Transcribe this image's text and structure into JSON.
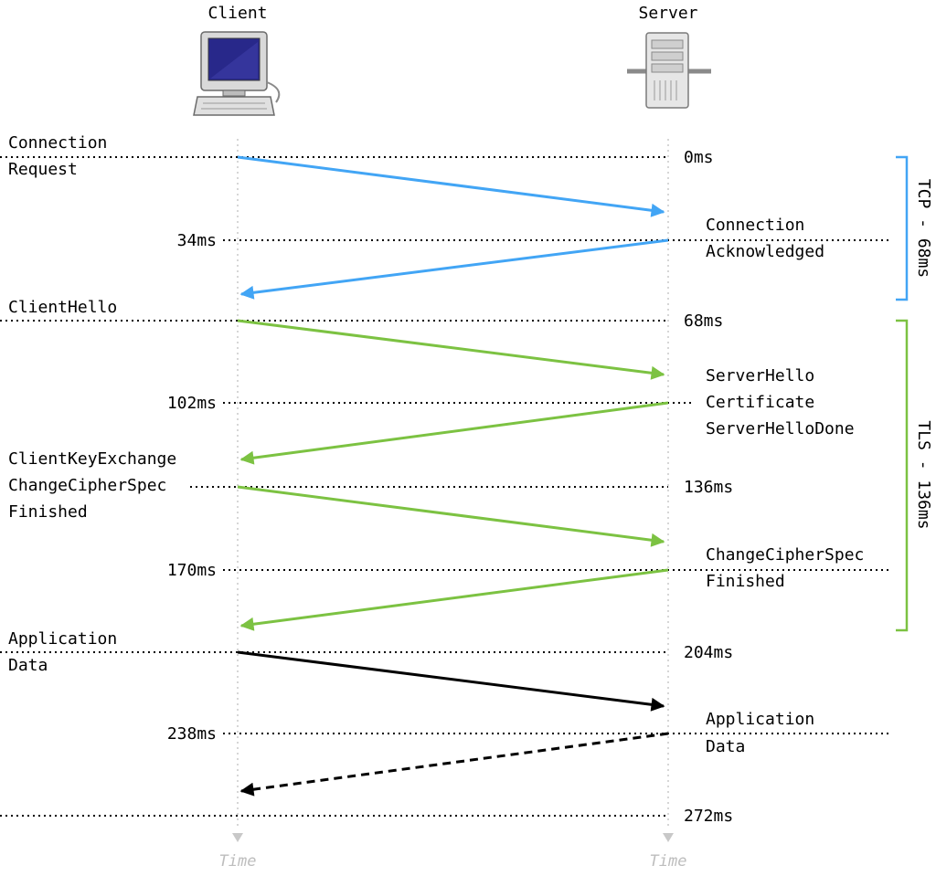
{
  "participants": {
    "client": "Client",
    "server": "Server"
  },
  "axis_label": "Time",
  "client_times": [
    "34ms",
    "102ms",
    "170ms",
    "238ms"
  ],
  "server_times": [
    "0ms",
    "68ms",
    "136ms",
    "204ms",
    "272ms"
  ],
  "client_messages": {
    "connection_request": [
      "Connection",
      "Request"
    ],
    "client_hello": [
      "ClientHello"
    ],
    "key_exchange": [
      "ClientKeyExchange",
      "ChangeCipherSpec",
      "Finished"
    ],
    "application_data": [
      "Application",
      "Data"
    ]
  },
  "server_messages": {
    "connection_acknowledged": [
      "Connection",
      "Acknowledged"
    ],
    "server_hello": [
      "ServerHello",
      "Certificate",
      "ServerHelloDone"
    ],
    "change_cipher_spec": [
      "ChangeCipherSpec",
      "Finished"
    ],
    "application_data": [
      "Application",
      "Data"
    ]
  },
  "phases": [
    {
      "label": "TCP - 68ms",
      "color": "#42a5f5"
    },
    {
      "label": "TLS - 136ms",
      "color": "#7cc242"
    }
  ],
  "colors": {
    "tcp": "#42a5f5",
    "tls": "#7cc242",
    "data": "#000000"
  },
  "icons": {
    "client": "desktop-computer-icon",
    "server": "server-tower-icon"
  }
}
